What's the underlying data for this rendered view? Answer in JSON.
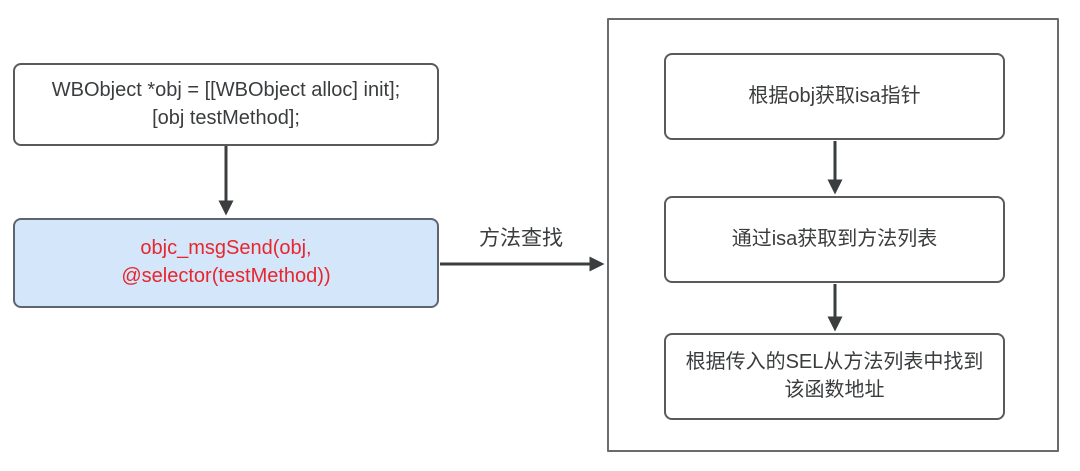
{
  "colors": {
    "background": "#ffffff",
    "box_border": "#595a5c",
    "container_border": "#6b6b6b",
    "arrow": "#3b3d3f",
    "text": "#3a3c3e",
    "highlight_fill": "#d3e6fa",
    "highlight_border": "#5d6570",
    "highlight_text": "#e8262d"
  },
  "code_box": {
    "lines": [
      "WBObject *obj = [[WBObject alloc] init];",
      "[obj testMethod];"
    ]
  },
  "msgsend_box": {
    "lines": [
      "objc_msgSend(obj,",
      "@selector(testMethod))"
    ]
  },
  "lookup_label": "方法查找",
  "steps": [
    {
      "lines": [
        "根据obj获取isa指针",
        ""
      ]
    },
    {
      "lines": [
        "通过isa获取到方法列表",
        ""
      ]
    },
    {
      "lines": [
        "根据传入的SEL从方法列表中找到",
        "该函数地址"
      ]
    }
  ]
}
